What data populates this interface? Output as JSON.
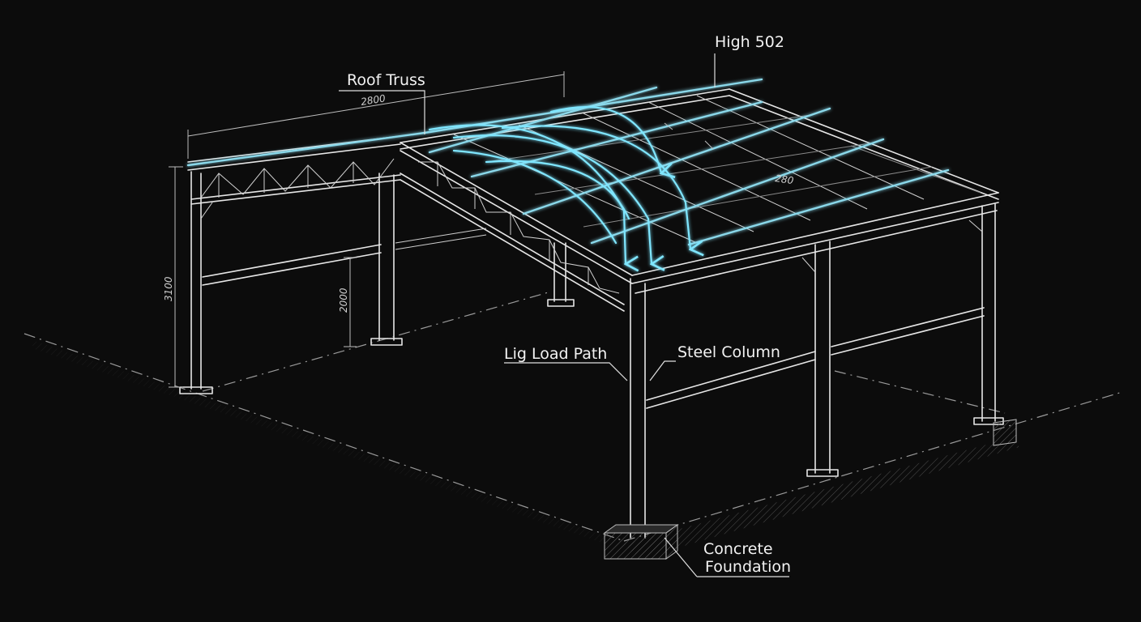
{
  "labels": {
    "roof_truss": "Roof Truss",
    "high": "High 502",
    "lig_load_path": "Lig Load Path",
    "steel_column": "Steel Column",
    "concrete": "Concrete",
    "foundation": "Foundation"
  },
  "dimensions": {
    "truss_length": "2800",
    "roof_span": "280",
    "column_height": "3100",
    "girt_height": "2000"
  },
  "colors": {
    "background": "#0c0c0c",
    "linework": "#e6e6e6",
    "load_path_glow": "#7fe6ff"
  }
}
